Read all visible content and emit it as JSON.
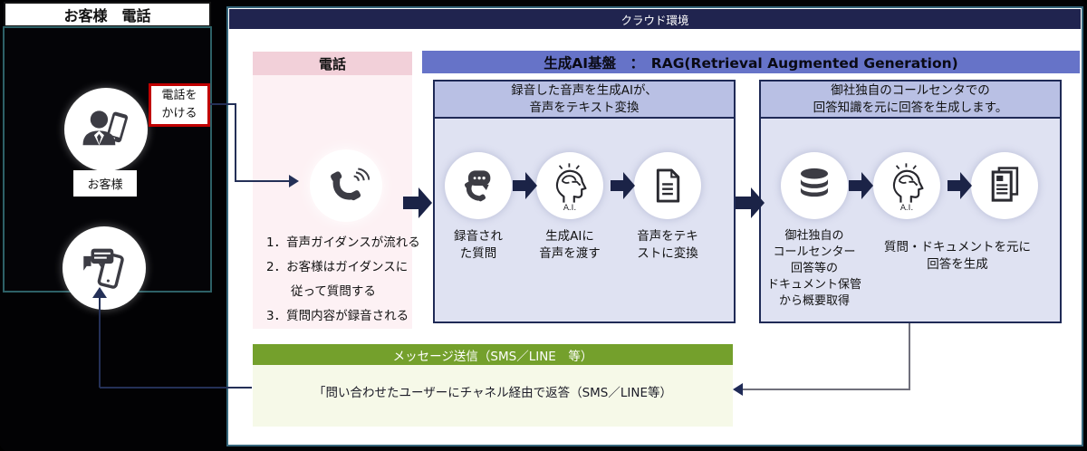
{
  "customer_panel": {
    "title": "お客様　電話",
    "call_label": "電話を\nかける",
    "customer_label": "お客様"
  },
  "cloud": {
    "title": "クラウド環境",
    "phone_section": {
      "title": "電話",
      "steps": [
        "1．音声ガイダンスが流れる",
        "2．お客様はガイダンスに",
        "従って質問する",
        "3．質問内容が録音される"
      ]
    },
    "rag": {
      "title": "生成AI基盤　：　RAG(Retrieval Augmented Generation)",
      "box1": {
        "header": "録音した音声を生成AIが、\n音声をテキスト変換",
        "ai_label": "A.I.",
        "labels": [
          "録音され\nた質問",
          "生成AIに\n音声を渡す",
          "音声をテキ\nストに変換"
        ]
      },
      "box2": {
        "header": "御社独自のコールセンタでの\n回答知識を元に回答を生成します。",
        "ai_label": "A.I.",
        "db_label": "御社独自の\nコールセンター\n回答等の\nドキュメント保管\nから概要取得",
        "gen_label": "質問・ドキュメントを元に\n回答を生成"
      }
    },
    "message_section": {
      "title": "メッセージ送信（SMS／LINE　等）",
      "body": "「問い合わせたユーザーにチャネル経由で返答（SMS／LINE等）"
    }
  },
  "colors": {
    "accent_red": "#c00000",
    "navy": "#1b2347",
    "cloud_header": "#20244f",
    "rag_header": "#6673c8",
    "subbox_header": "#b9c0e4",
    "subbox_body": "#dfe2f2",
    "pink_header": "#f2d0d9",
    "pink_body": "#fdf1f4",
    "green_header": "#74a02c",
    "green_body": "#f6f9e8",
    "teal_border": "#2d6066"
  }
}
